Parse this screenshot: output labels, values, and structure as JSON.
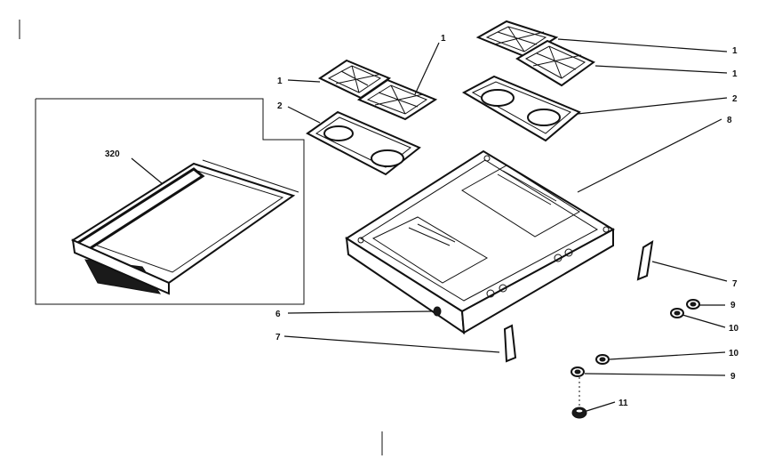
{
  "callouts": {
    "grate_top_left_a": "1",
    "grate_top_left_b": "1",
    "grate_top_right_a": "1",
    "grate_top_right_b": "1",
    "burner_box_left": "2",
    "burner_box_right": "2",
    "cooktop_frame": "8",
    "griddle": "320",
    "bracket_right": "7",
    "bracket_left": "7",
    "plug": "6",
    "nut_upper": "9",
    "screw_upper": "10",
    "screw_lower": "10",
    "nut_lower": "9",
    "foot": "11"
  }
}
